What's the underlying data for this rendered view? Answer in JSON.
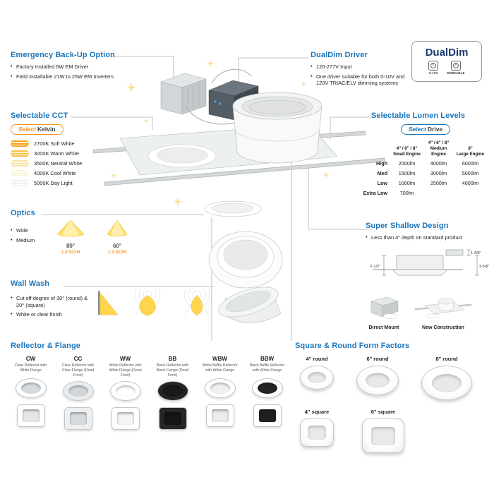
{
  "colors": {
    "heading_blue": "#1b75bb",
    "accent_orange": "#f7941d",
    "connector_gray": "#a7b0b6"
  },
  "emergency": {
    "title": "Emergency Back-Up Option",
    "bullets": [
      "Factory Installed 6W EM Driver",
      "Field Installable 21W to 25W EM Inverters"
    ]
  },
  "dualdim": {
    "title": "DualDim Driver",
    "bullets": [
      "120-277V Input",
      "One driver suitable for both 0-10V and 120V TRIAC/ELV dimming systems"
    ]
  },
  "logo": {
    "brand": "DualDim",
    "dials": [
      {
        "caption": "0-10V"
      },
      {
        "caption": "DIMMABLE"
      }
    ]
  },
  "cct": {
    "title": "Selectable CCT",
    "badge": {
      "select": "Select",
      "rest": "Kelvin"
    },
    "options": [
      {
        "label": "2700K Soft White",
        "color": "#f5a31d"
      },
      {
        "label": "3000K Warm White",
        "color": "#f6c14b"
      },
      {
        "label": "3500K Neutral White",
        "color": "#f9e3a3"
      },
      {
        "label": "4000K Cool White",
        "color": "#fcf3d8"
      },
      {
        "label": "5000K Day Light",
        "color": "#eef4ef"
      }
    ]
  },
  "lumen": {
    "title": "Selectable Lumen Levels",
    "badge": {
      "select": "Select",
      "rest": "Drive"
    },
    "columns": [
      {
        "line1": "4\" / 6\" / 8\"",
        "line2": "Small Engine"
      },
      {
        "line1": "4\" / 6\" / 8\"",
        "line2": "Medium Engine"
      },
      {
        "line1": "8\"",
        "line2": "Large Engine"
      }
    ],
    "rows": [
      {
        "label": "High",
        "v0": "2000lm",
        "v1": "4000lm",
        "v2": "6000lm"
      },
      {
        "label": "Med",
        "v0": "1500lm",
        "v1": "3000lm",
        "v2": "5000lm"
      },
      {
        "label": "Low",
        "v0": "1000lm",
        "v1": "2500lm",
        "v2": "4000lm"
      },
      {
        "label": "Extra Low",
        "v0": "700lm",
        "v1": "",
        "v2": ""
      }
    ]
  },
  "optics": {
    "title": "Optics",
    "bullets": [
      "Wide",
      "Medium"
    ],
    "beams": [
      {
        "angle": "80°",
        "sch": "1.2 SC/H"
      },
      {
        "angle": "60°",
        "sch": "1.0 SC/H"
      }
    ]
  },
  "shallow": {
    "title": "Super Shallow Design",
    "bullets": [
      "Less than 4\" depth on standard product"
    ],
    "dims": {
      "left": "2-1/2\"",
      "top_right": "1-3/8\"",
      "right": "3-5/8\""
    },
    "captions": [
      "Direct Mount",
      "New Construction"
    ]
  },
  "wallwash": {
    "title": "Wall Wash",
    "bullets": [
      "Cut off degree of 30° (round) & 20° (square)",
      "White or clear finish"
    ]
  },
  "reflector": {
    "title": "Reflector & Flange",
    "columns": [
      {
        "code": "CW",
        "desc": "Clear Reflector with White Flange",
        "inner": "#d7dbde",
        "flange": "#ffffff",
        "sq_frame": "#ffffff",
        "sq_inner": "#e4e7e9"
      },
      {
        "code": "CC",
        "desc": "Clear Reflector with Clear Flange (Dead Front)",
        "inner": "#d2d6d9",
        "flange": "#e9ebed",
        "sq_frame": "#edeff0",
        "sq_inner": "#d8dbde"
      },
      {
        "code": "WW",
        "desc": "White Reflector with White Flange (Dead Front)",
        "inner": "#ffffff",
        "flange": "#ffffff",
        "sq_frame": "#ffffff",
        "sq_inner": "#f4f4f4"
      },
      {
        "code": "BB",
        "desc": "Black Reflector with Black Flange (Dead Front)",
        "inner": "#1b1b1b",
        "flange": "#242424",
        "sq_frame": "#262626",
        "sq_inner": "#161616"
      },
      {
        "code": "WBW",
        "desc": "White Baffle Reflector with White Flange",
        "inner": "#f0f0f0",
        "flange": "#ffffff",
        "sq_frame": "#ffffff",
        "sq_inner": "#ebebeb"
      },
      {
        "code": "BBW",
        "desc": "Black Baffle Reflector with White Flange",
        "inner": "#242424",
        "flange": "#ffffff",
        "sq_frame": "#ffffff",
        "sq_inner": "#202020"
      }
    ]
  },
  "formfactors": {
    "title": "Square & Round Form Factors",
    "round": [
      "4\" round",
      "6\" round",
      "8\" round"
    ],
    "square": [
      "4\" square",
      "6\" square"
    ]
  }
}
